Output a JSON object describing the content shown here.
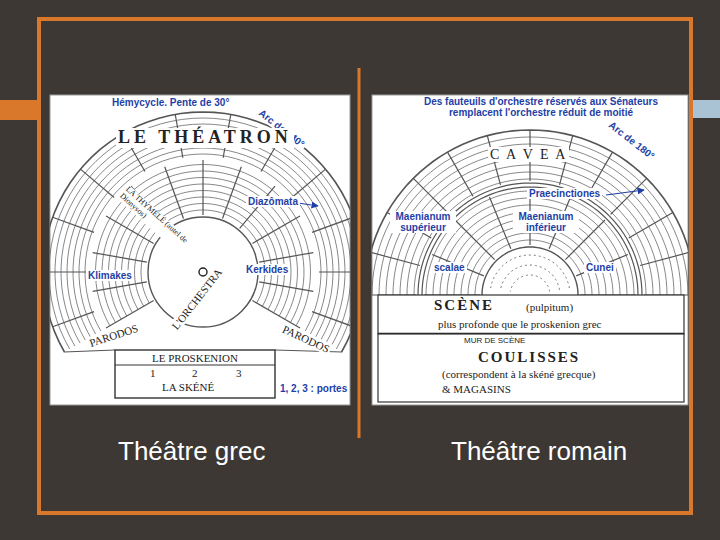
{
  "diagram": {
    "labels": [
      "Hémycycle. Pente de 30°",
      "Arc de 240°",
      "LE THÉATRON",
      "LA THYMÉLÉ (autel de Dionysos)",
      "Diazômata",
      "Kerkides",
      "Klimakes",
      "L'ORCHESTRA",
      "PARODOS",
      "PARODOS",
      "LE PROSKENION",
      "1",
      "2",
      "3",
      "LA SKÉNÉ",
      "1, 2, 3 : portes",
      "Des fauteuils d'orchestre réservés aux Sénateurs remplacent l'orchestre réduit de moitié",
      "Arc de 180°",
      "C A V E A",
      "Praecinctiones",
      "Maenianum supérieur",
      "Maenianum inférieur",
      "scalae",
      "Cunei",
      "SCÈNE",
      "(pulpitum)",
      "plus profonde que le proskenion grec",
      "MUR DE SCÈNE",
      "COULISSES",
      "(correspondent à la skéné grecque)",
      "& MAGASINS",
      "Théâtre grec",
      "Théâtre romain"
    ]
  }
}
